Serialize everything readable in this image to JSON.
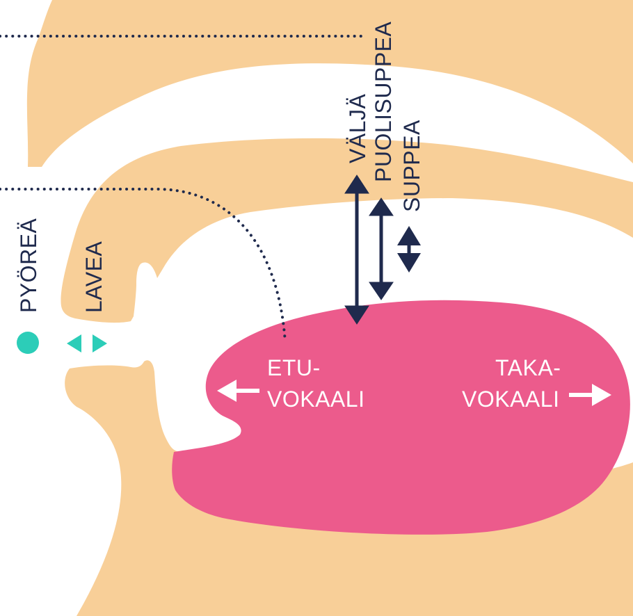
{
  "colors": {
    "tissue": "#f8cf98",
    "tongue": "#ec5b8c",
    "navy": "#1f2a4d",
    "teal": "#2ccdb8",
    "background": "#ffffff"
  },
  "labels": {
    "pyorea": "PYÖREÄ",
    "lavea": "LAVEA",
    "valja": "VÄLJÄ",
    "puolisuppea": "PUOLISUPPEA",
    "suppea": "SUPPEA",
    "etu_line1": "ETU-",
    "etu_line2": "VOKAALI",
    "taka_line1": "TAKA-",
    "taka_line2": "VOKAALI"
  },
  "icons": {
    "rounded_marker": "filled-circle",
    "spread_marker": "left-right-triangles",
    "front_arrow": "arrow-left",
    "back_arrow": "arrow-right",
    "height_arrows": "double-headed-vertical-arrows"
  }
}
